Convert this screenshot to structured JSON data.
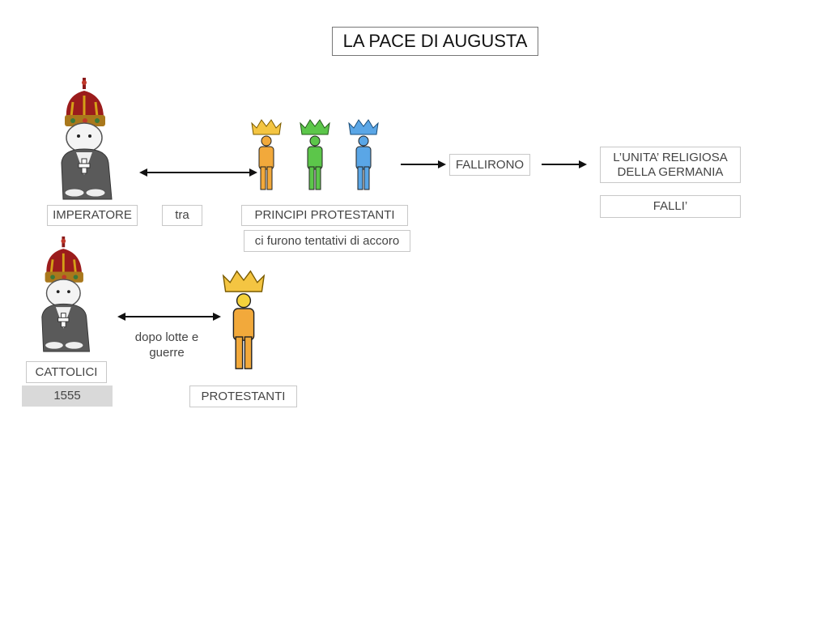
{
  "title": "LA PACE DI AUGUSTA",
  "labels": {
    "imperatore": "IMPERATORE",
    "tra": "tra",
    "principi": "PRINCIPI PROTESTANTI",
    "tentativi": "ci furono tentativi di accoro",
    "fallirono": "FALLIRONO",
    "unita_line1": "L’UNITA’ RELIGIOSA",
    "unita_line2": "DELLA GERMANIA",
    "falli": "FALLI’",
    "cattolici": "CATTOLICI",
    "anno": "1555",
    "dopo_line1": "dopo lotte e",
    "dopo_line2": "guerre",
    "protestanti": "PROTESTANTI"
  },
  "colors": {
    "prince_orange": "#f2a93b",
    "prince_green": "#5cc64a",
    "prince_blue": "#5aa6e6",
    "crown_gold": "#f4c542",
    "year_fill": "#d9d9d9"
  }
}
